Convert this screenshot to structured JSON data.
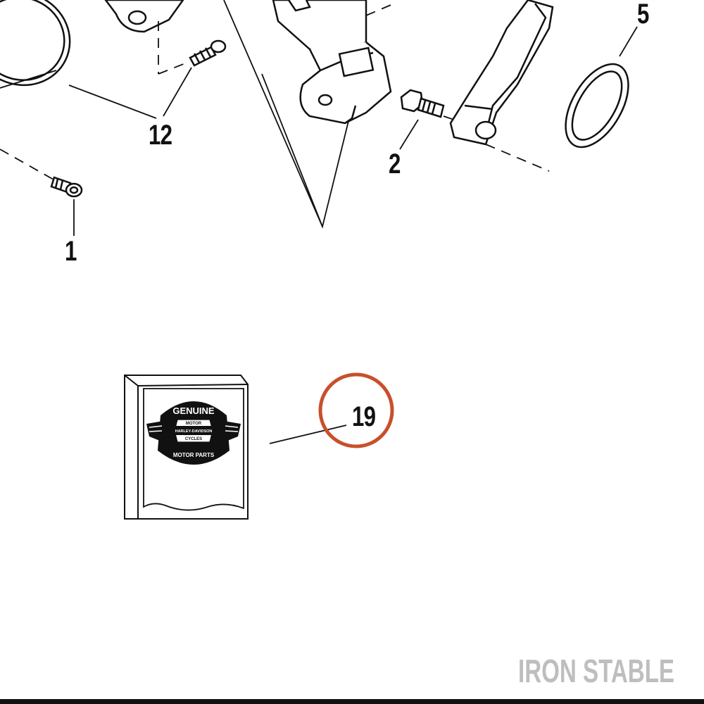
{
  "callouts": {
    "c1": "1",
    "c2": "2",
    "c5": "5",
    "c12": "12",
    "c19": "19"
  },
  "watermark": "IRON STABLE",
  "kit_badge": {
    "top": "GENUINE",
    "center": "HARLEY-DAVIDSON",
    "small_top": "MOTOR",
    "small_bottom": "CYCLES",
    "bottom": "MOTOR PARTS"
  },
  "colors": {
    "line": "#111111",
    "highlight_circle": "#c8502a",
    "watermark": "#b8b8b8"
  },
  "icons": [
    "parts-kit-package-icon",
    "harley-davidson-logo-icon"
  ]
}
